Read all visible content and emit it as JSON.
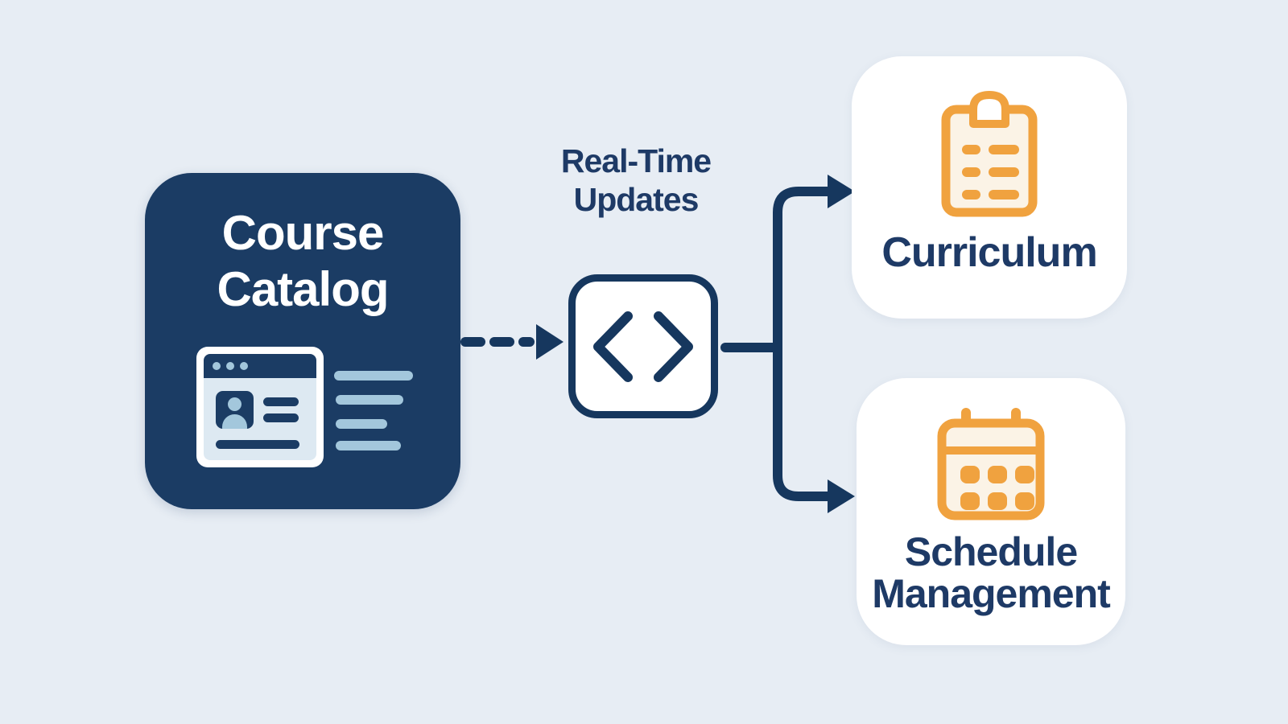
{
  "diagram": {
    "source": {
      "title_lines": [
        "Course",
        "Catalog"
      ],
      "icon": "browser-window-icon"
    },
    "connector": {
      "label_lines": [
        "Real-Time",
        "Updates"
      ],
      "icon": "code-brackets-icon",
      "arrow_style": "dashed-then-branch"
    },
    "targets": [
      {
        "label": "Curriculum",
        "icon": "clipboard-list-icon"
      },
      {
        "label_lines": [
          "Schedule",
          "Management"
        ],
        "icon": "calendar-icon"
      }
    ]
  },
  "colors": {
    "background": "#e7edf4",
    "navy_node": "#1b3c64",
    "navy_stroke": "#16375e",
    "text_navy": "#1e3a66",
    "light_blue": "#a3c7dc",
    "browser_body": "#dde9f2",
    "orange": "#f0a23f",
    "cream": "#fbf3e6",
    "white": "#ffffff"
  }
}
